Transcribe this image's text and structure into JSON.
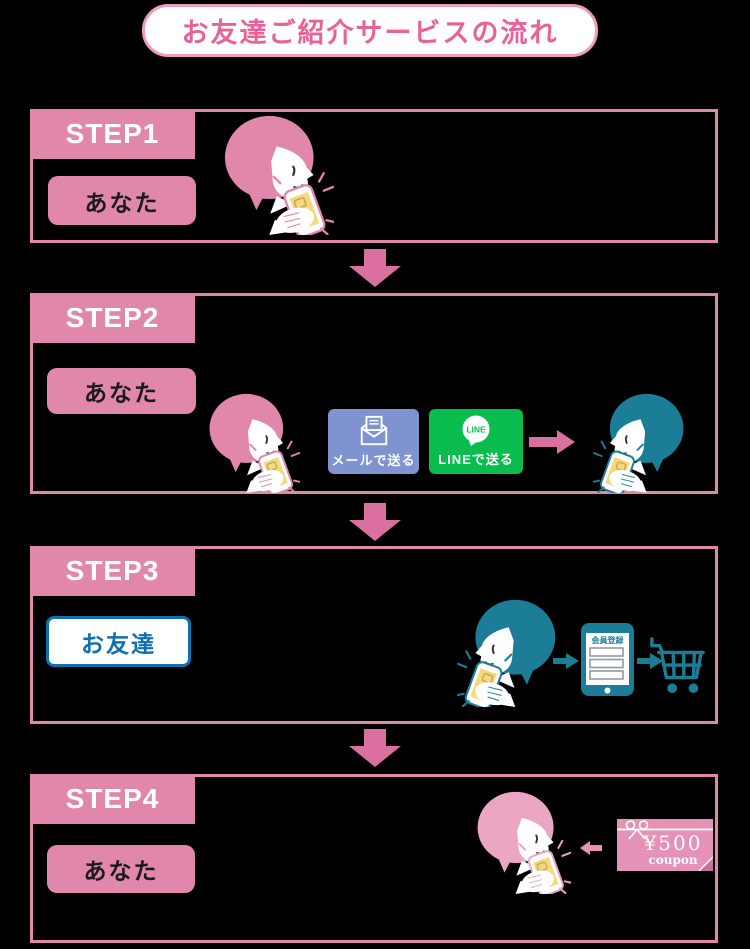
{
  "colors": {
    "background": "#000000",
    "pink": "#e287ac",
    "pinkDeep": "#d9709f",
    "titlePink": "#e8629a",
    "pillBorder": "#f09bbd",
    "teal": "#1b7e96",
    "blueButton": "#7e93d0",
    "greenButton": "#0abc4d",
    "blueLabel": "#0f70b0",
    "screenYellow": "#f6d97e",
    "screenDetail": "#c9a94e",
    "lightPink": "#eba6c4",
    "couponPink": "#e592b7",
    "couponFold": "#c76f9d",
    "labelText": "#1a1a1a"
  },
  "title": {
    "text": "お友達ご紹介サービスの流れ"
  },
  "steps": [
    {
      "header": "STEP1",
      "label": "あなた"
    },
    {
      "header": "STEP2",
      "label": "あなた",
      "mail_button": {
        "label": "メールで送る"
      },
      "line_button": {
        "label": "LINEで送る",
        "logo": "LINE"
      }
    },
    {
      "header": "STEP3",
      "label": "お友達",
      "phone_form": {
        "title": "会員登録"
      }
    },
    {
      "header": "STEP4",
      "label": "あなた",
      "coupon": {
        "amount": "¥500",
        "word": "coupon"
      }
    }
  ],
  "icons": {
    "down-arrow": "pink block arrow pointing down",
    "right-arrow": "pink block arrow pointing right",
    "left-arrow": "pink block arrow pointing left",
    "mail": "open envelope with letter",
    "line-logo": "LINE speech-bubble logo",
    "person-with-phone": "person with bob hair looking at smartphone",
    "registration-phone": "smartphone showing signup form",
    "cart": "shopping cart",
    "coupon": "gift coupon card with ribbon"
  }
}
